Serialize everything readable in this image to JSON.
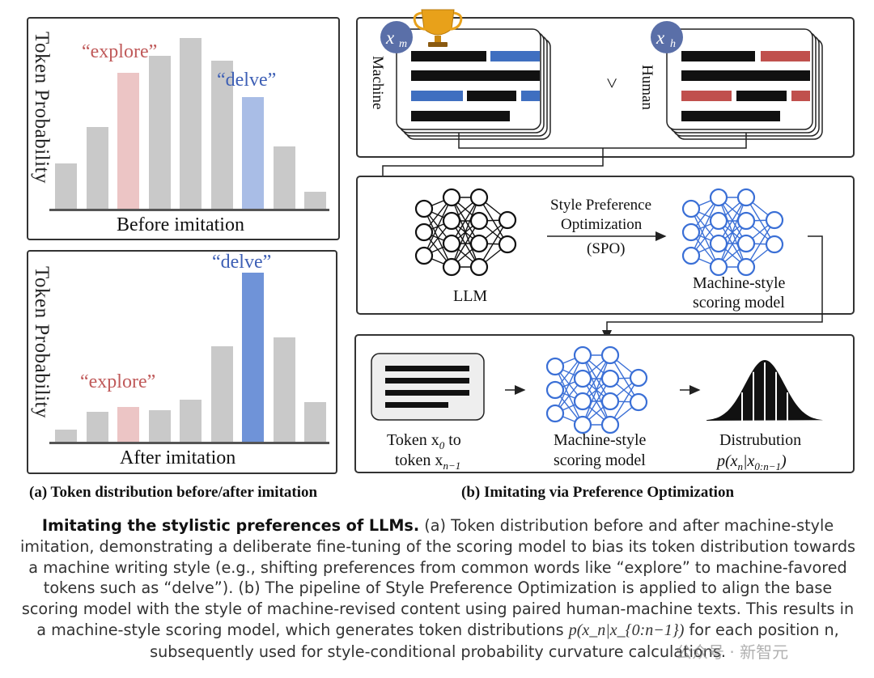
{
  "panel_a_top": {
    "ylabel": "Token Probability",
    "xlabel": "Before imitation",
    "explore_label": "“explore”",
    "delve_label": "“delve”"
  },
  "panel_a_bottom": {
    "ylabel": "Token Probability",
    "xlabel": "After imitation",
    "explore_label": "“explore”",
    "delve_label": "“delve”"
  },
  "chart_data": [
    {
      "type": "bar",
      "title": "",
      "xlabel": "Before imitation",
      "ylabel": "Token Probability",
      "values": [
        0.26,
        0.47,
        0.78,
        0.88,
        0.98,
        0.85,
        0.64,
        0.36,
        0.1
      ],
      "highlight": {
        "2": "explore",
        "6": "delve"
      },
      "colors": {
        "default": "#c9c9c9",
        "explore": "#ecc5c5",
        "delve": "#a9bde6"
      }
    },
    {
      "type": "bar",
      "title": "",
      "xlabel": "After imitation",
      "ylabel": "Token Probability",
      "values": [
        0.07,
        0.17,
        0.2,
        0.18,
        0.24,
        0.55,
        0.97,
        0.6,
        0.23
      ],
      "highlight": {
        "2": "explore",
        "6": "delve"
      },
      "colors": {
        "default": "#c9c9c9",
        "explore": "#ecc5c5",
        "delve": "#6f93d8"
      }
    }
  ],
  "panel_b": {
    "machine_label": "Machine",
    "human_label": "Human",
    "gt_symbol": ">",
    "xm_symbol": "x",
    "xm_sub": "m",
    "xh_symbol": "x",
    "xh_sub": "h",
    "trophy_icon": "trophy-icon",
    "spo_line1": "Style Preference",
    "spo_line2": "Optimization",
    "spo_line3": "(SPO)",
    "llm_label": "LLM",
    "scoring_label_line1": "Machine-style",
    "scoring_label_line2": "scoring model",
    "token_line1": "Token x",
    "token_line2": "token x",
    "distribution_line1": "Distrubution",
    "distribution_line2": "p(x",
    "colors": {
      "machine_blue": "#3f6fc0",
      "human_red": "#c0504d",
      "net_blue": "#3a6fd6",
      "badge": "#5a6fa8"
    }
  },
  "captions": {
    "a": "(a) Token distribution before/after imitation",
    "b": "(b) Imitating via Preference Optimization"
  },
  "paragraph": {
    "bold": "Imitating the stylistic preferences of LLMs.",
    "text1": " (a) Token distribution before and after machine-style imitation, demonstrating a deliberate fine-tuning of the scoring model to bias its token distribution towards a machine writing style (e.g., shifting preferences from common words like “explore” to machine-favored tokens such as “delve”). (b) The pipeline of Style Preference Optimization is applied to align the base scoring model with the style of machine-revised content using paired human-machine texts. This results in a machine-style scoring model, which generates token distributions ",
    "math": "p(x_n|x_{0:n−1})",
    "text2": " for each position n, subsequently used for style-conditional probability curvature calculations.",
    "watermark": "公众号 · 新智元"
  }
}
